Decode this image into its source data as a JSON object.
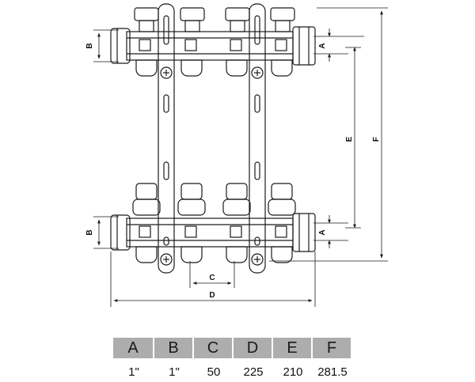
{
  "dimension_labels": {
    "a_top": "A",
    "a_bottom": "A",
    "b_top": "B",
    "b_bottom": "B",
    "c": "C",
    "d": "D",
    "e": "E",
    "f": "F"
  },
  "table": {
    "headers": [
      "A",
      "B",
      "C",
      "D",
      "E",
      "F"
    ],
    "values": [
      "1\"",
      "1\"",
      "50",
      "225",
      "210",
      "281.5"
    ]
  },
  "colors": {
    "line": "#1a1a1a",
    "header_fill": "#adadad",
    "table_text": "#111111"
  }
}
